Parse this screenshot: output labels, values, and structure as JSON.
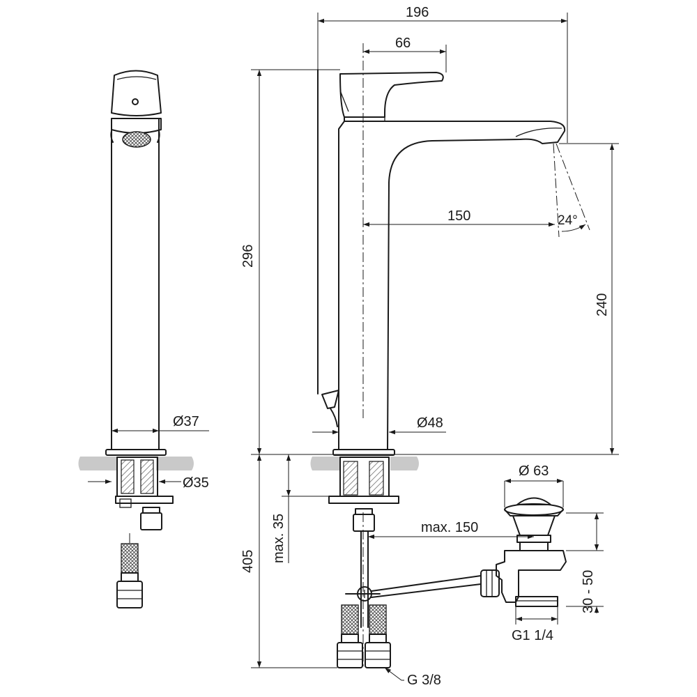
{
  "dimensions": {
    "total_width": "196",
    "spout_handle_offset": "66",
    "spout_reach": "150",
    "spray_angle": "24°",
    "total_height": "296",
    "outlet_height": "240",
    "side_body_diameter": "Ø37",
    "front_body_diameter": "Ø48",
    "shank_diameter": "Ø35",
    "max_deck_thickness": "max. 35",
    "below_deck_length": "405",
    "waste_diameter": "Ø 63",
    "pullrod_reach": "max. 150",
    "waste_adjust": "30 - 50",
    "waste_thread": "G1 1/4",
    "hose_thread": "G 3/8"
  }
}
